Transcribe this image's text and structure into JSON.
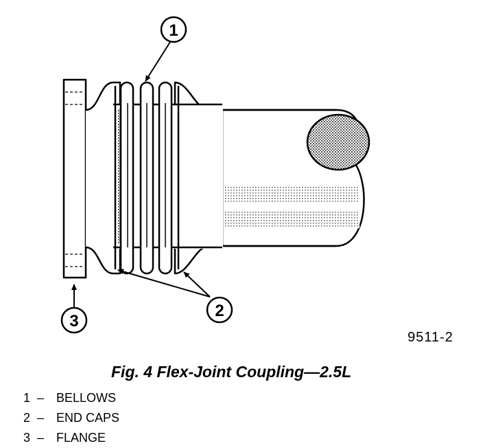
{
  "callouts": {
    "bellows": "1",
    "end_caps": "2",
    "flange": "3"
  },
  "figure_id": "9511-2",
  "caption": "Fig. 4 Flex-Joint Coupling—2.5L",
  "legend": [
    {
      "num": "1",
      "dash": "–",
      "label": "BELLOWS"
    },
    {
      "num": "2",
      "dash": "–",
      "label": "END CAPS"
    },
    {
      "num": "3",
      "dash": "–",
      "label": "FLANGE"
    }
  ]
}
